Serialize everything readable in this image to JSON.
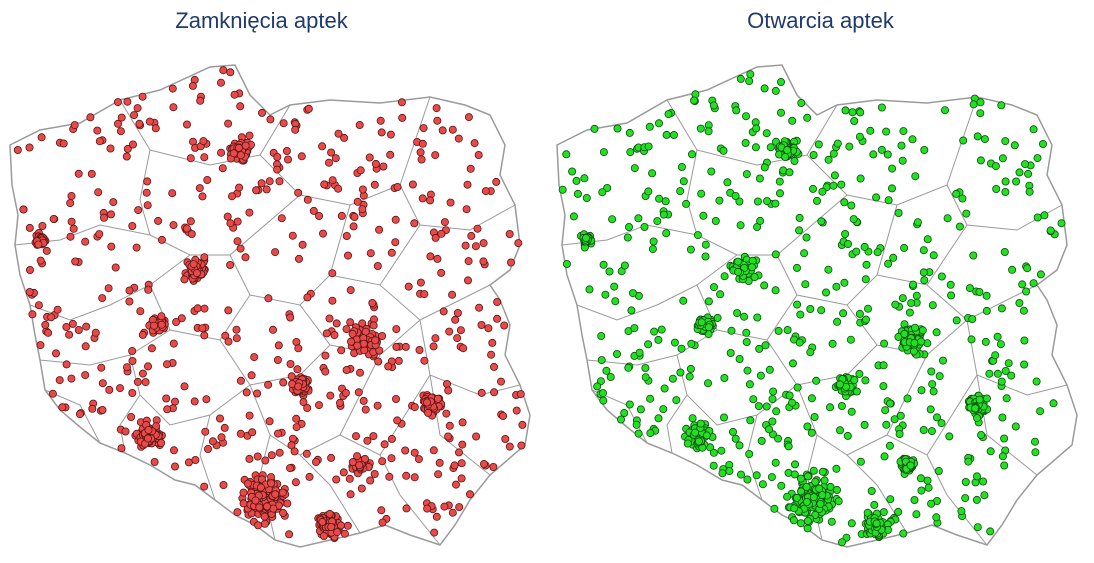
{
  "maps": [
    {
      "title": "Zamknięcia aptek",
      "point_color": "#e84a4a",
      "point_stroke": "#5a1515",
      "seed": 17
    },
    {
      "title": "Otwarcia aptek",
      "point_color": "#22e022",
      "point_stroke": "#0f4a0f",
      "seed": 91
    }
  ],
  "colors": {
    "border": "#9a9a9a",
    "title": "#1f3a6e"
  }
}
